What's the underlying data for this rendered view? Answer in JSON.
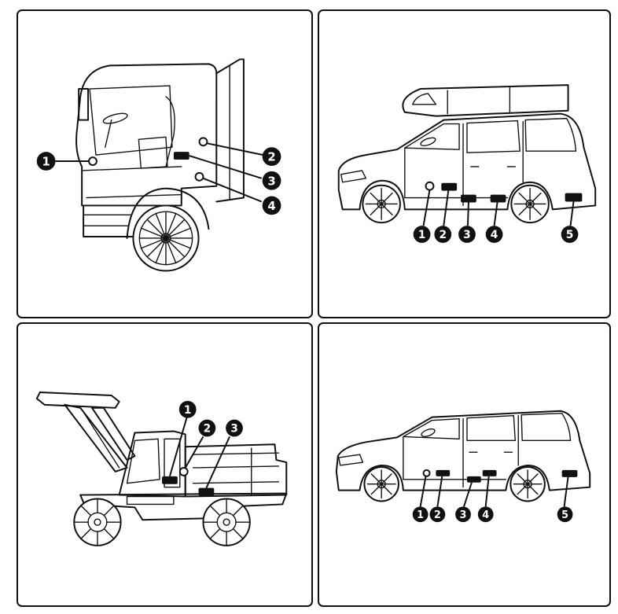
{
  "panels": [
    {
      "vehicle": "truck-cab",
      "callouts": [
        "1",
        "2",
        "3",
        "4"
      ]
    },
    {
      "vehicle": "minivan-with-roof-box",
      "callouts": [
        "1",
        "2",
        "3",
        "4",
        "5"
      ]
    },
    {
      "vehicle": "wheel-loader",
      "callouts": [
        "1",
        "2",
        "3"
      ]
    },
    {
      "vehicle": "minivan",
      "callouts": [
        "1",
        "2",
        "3",
        "4",
        "5"
      ]
    }
  ],
  "colors": {
    "line": "#111111",
    "badge_fill": "#111111",
    "badge_text": "#ffffff",
    "background": "#ffffff"
  }
}
